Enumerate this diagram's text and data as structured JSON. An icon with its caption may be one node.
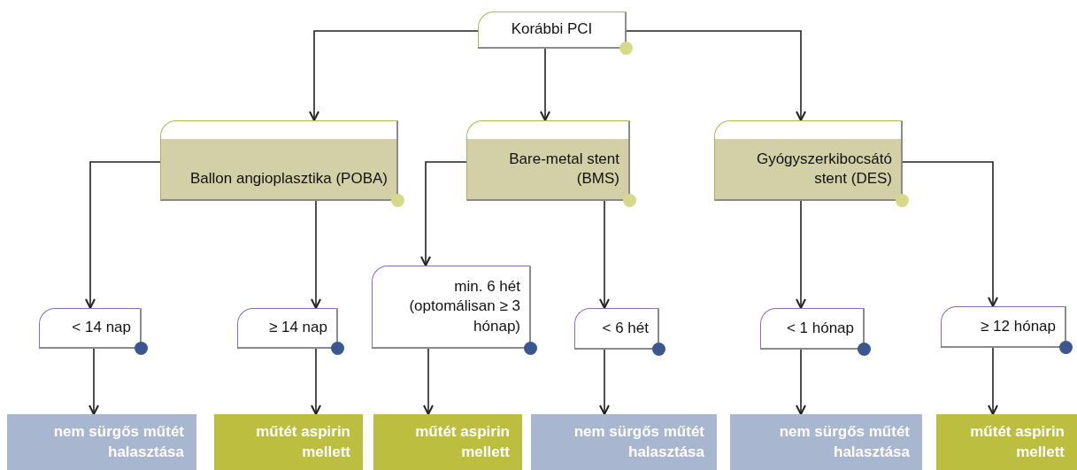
{
  "diagram": {
    "nodes": [
      {
        "text": [
          "Korábbi PCI"
        ]
      },
      {
        "text": [
          "Ballon angioplasztika (POBA)"
        ]
      },
      {
        "text": [
          "Bare-metal stent (BMS)"
        ]
      },
      {
        "text": [
          "Gyógyszerkibocsátó stent (DES)"
        ]
      },
      {
        "text": [
          "< 14 nap"
        ]
      },
      {
        "text": [
          "≥ 14 nap"
        ]
      },
      {
        "text": [
          "min. 6 hét (optomálisan ≥ 3 hónap)"
        ]
      },
      {
        "text": [
          "< 6 hét"
        ]
      },
      {
        "text": [
          "< 1 hónap"
        ]
      },
      {
        "text": [
          "≥ 12 hónap"
        ]
      },
      {
        "text": [
          "nem sürgős műtét halasztása"
        ]
      },
      {
        "text": [
          "műtét aspirin mellett"
        ]
      },
      {
        "text": [
          "műtét aspirin mellett"
        ]
      },
      {
        "text": [
          "nem sürgős műtét halasztása"
        ]
      },
      {
        "text": [
          "nem sürgős műtét halasztása"
        ]
      },
      {
        "text": [
          "műtét aspirin mellett"
        ]
      }
    ],
    "edges": [
      {
        "from": 0,
        "to": 1,
        "arrow": "to"
      },
      {
        "from": 0,
        "to": 2,
        "arrow": "to"
      },
      {
        "from": 0,
        "to": 3,
        "arrow": "to"
      },
      {
        "from": 1,
        "to": 4,
        "arrow": "to"
      },
      {
        "from": 1,
        "to": 5,
        "arrow": "to"
      },
      {
        "from": 2,
        "to": 6,
        "arrow": "to"
      },
      {
        "from": 2,
        "to": 7,
        "arrow": "to"
      },
      {
        "from": 3,
        "to": 8,
        "arrow": "to"
      },
      {
        "from": 3,
        "to": 9,
        "arrow": "to"
      },
      {
        "from": 4,
        "to": 10,
        "arrow": "to"
      },
      {
        "from": 5,
        "to": 11,
        "arrow": "to"
      },
      {
        "from": 6,
        "to": 12,
        "arrow": "to"
      },
      {
        "from": 7,
        "to": 13,
        "arrow": "to"
      },
      {
        "from": 8,
        "to": 14,
        "arrow": "to"
      },
      {
        "from": 9,
        "to": 15,
        "arrow": "to"
      }
    ]
  }
}
